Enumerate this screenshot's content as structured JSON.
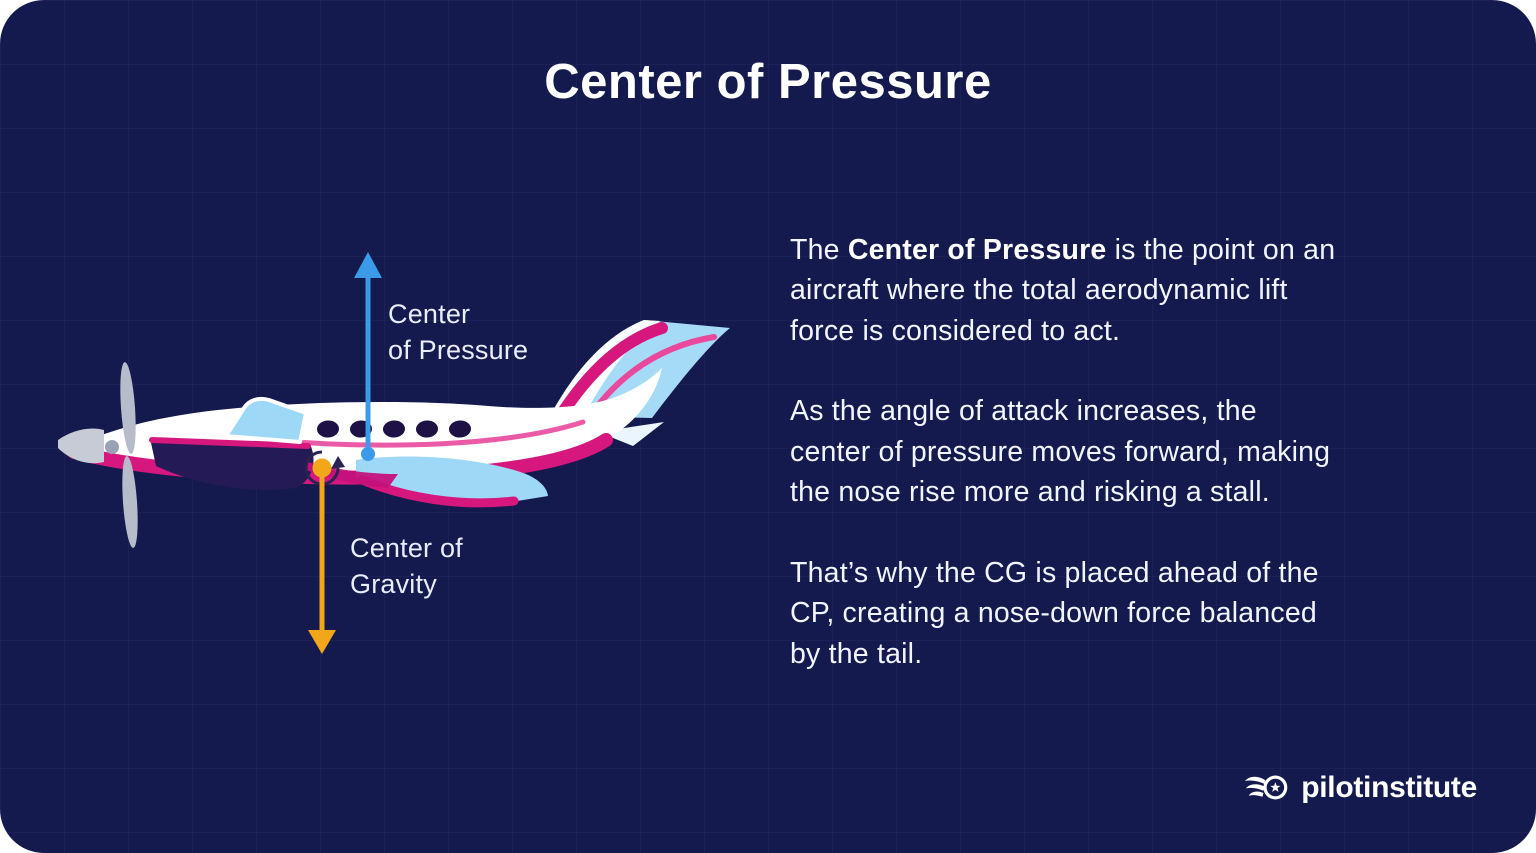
{
  "page": {
    "title": "Center of Pressure"
  },
  "colors": {
    "background": "#141A4D",
    "accent_blue": "#3B9BE9",
    "accent_orange": "#F2A71B",
    "magenta": "#D6187E",
    "light_blue": "#9ED8F7",
    "text": "#F2F4FE"
  },
  "icons": {
    "cp_arrow": "arrow-up",
    "cg_arrow": "arrow-down",
    "cg_rotation": "circular-arrow",
    "logo": "winged-star-badge"
  },
  "diagram": {
    "cp_label": {
      "line1": "Center",
      "line2": "of Pressure"
    },
    "cg_label": {
      "line1": "Center of",
      "line2": "Gravity"
    }
  },
  "content": {
    "p1_prefix": "The ",
    "p1_bold": "Center of Pressure",
    "p1_rest": " is the point on an\naircraft where the total aerodynamic lift\nforce is considered to act.",
    "p2": "As the angle of attack increases, the\ncenter of pressure moves forward, making\nthe nose rise more and risking a stall.",
    "p3": "That’s why the CG is placed ahead of the\nCP, creating a nose-down force balanced\nby the tail."
  },
  "footer": {
    "logo_text": "pilotinstitute"
  }
}
